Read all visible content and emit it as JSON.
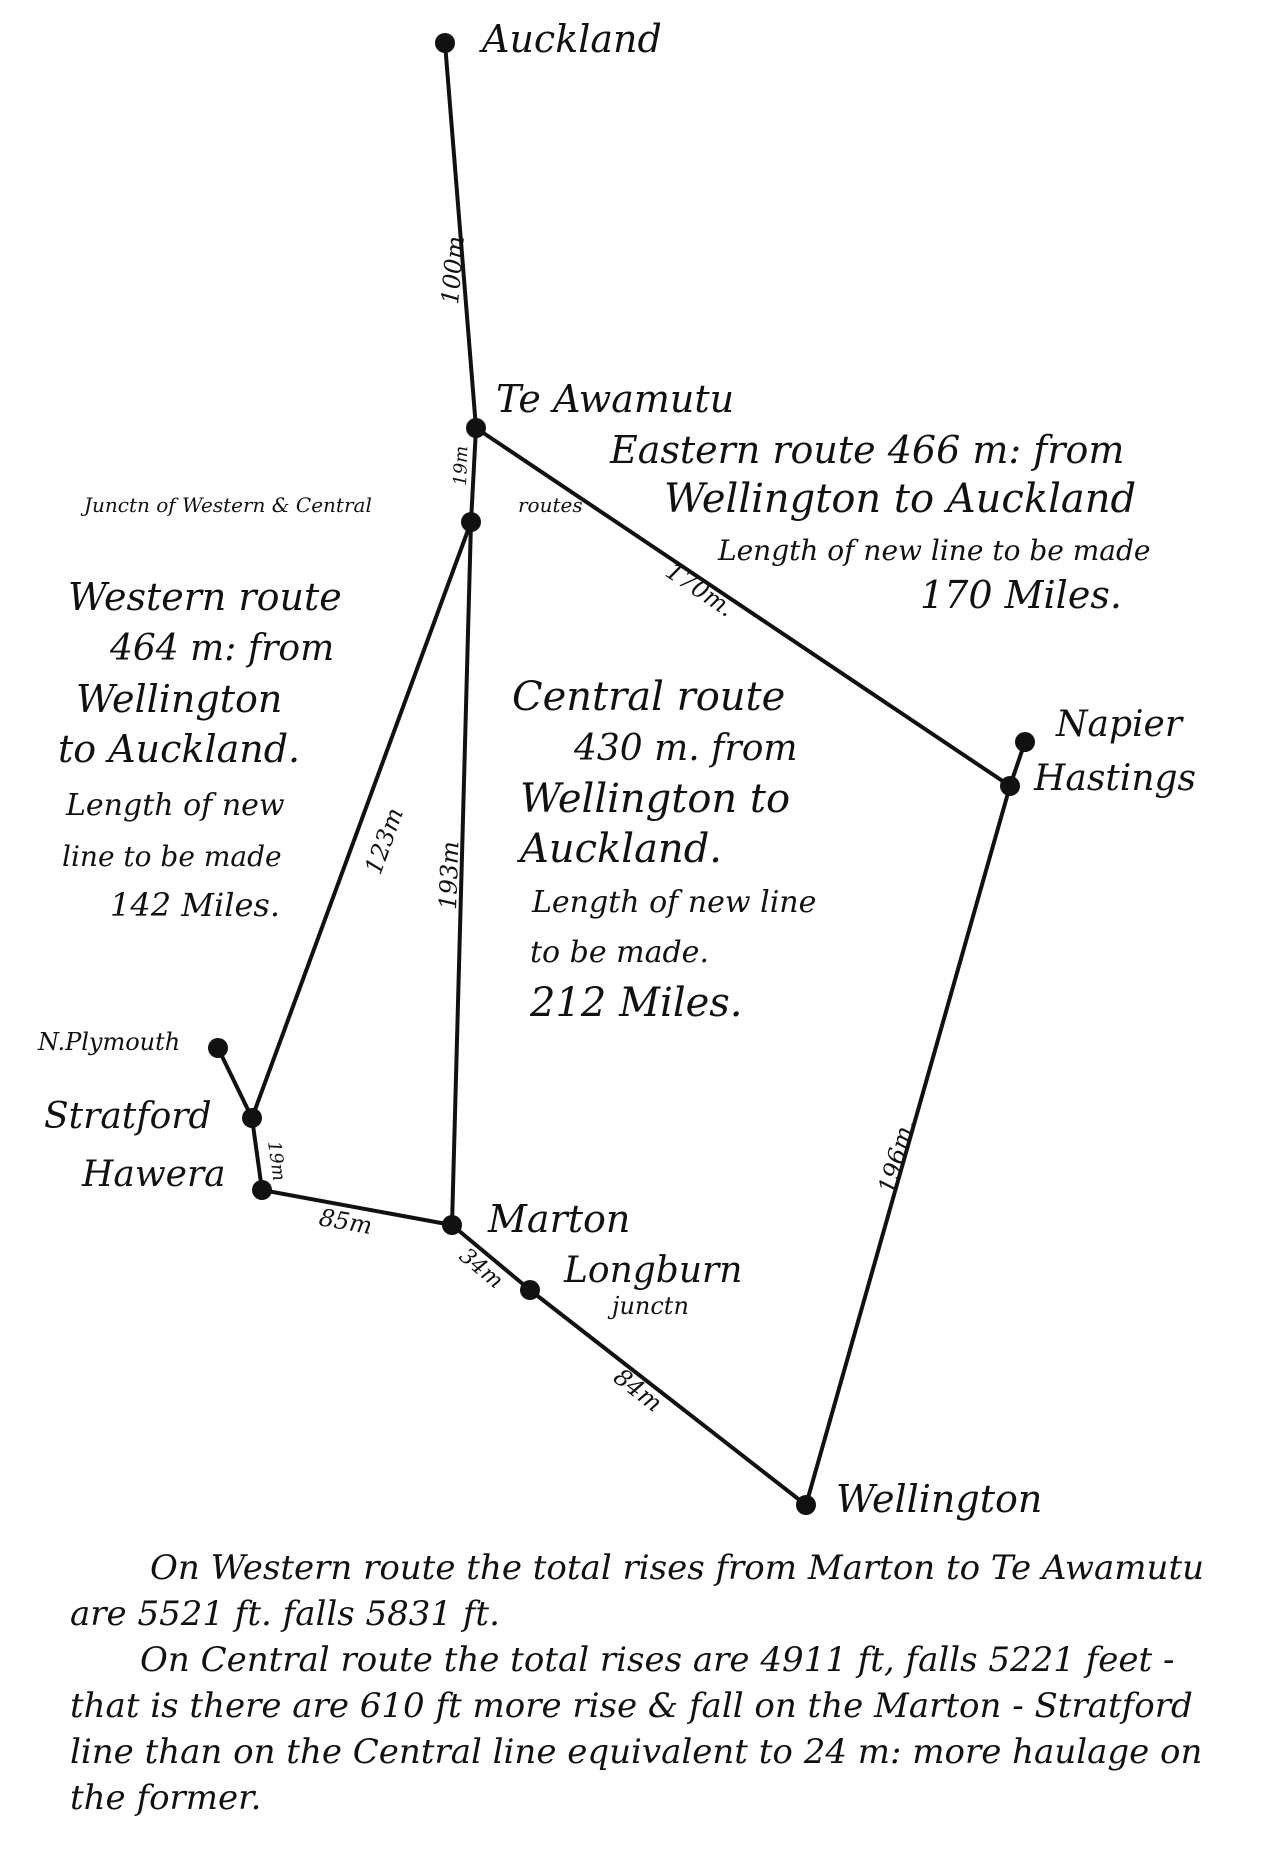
{
  "places": {
    "auckland": "Auckland",
    "te_awamutu": "Te Awamutu",
    "junction": "Junctn of Western & Central",
    "junction_routes": "routes",
    "napier": "Napier",
    "hastings": "Hastings",
    "new_plymouth": "N.Plymouth",
    "stratford": "Stratford",
    "hawera": "Hawera",
    "marton": "Marton",
    "longburn": "Longburn",
    "longburn_junction": "junctn",
    "wellington": "Wellington"
  },
  "distances": {
    "auckland_te_awamutu": "100m",
    "te_awamutu_junction": "19m",
    "te_awamutu_hastings": "170m.",
    "junction_stratford": "123m",
    "junction_marton": "193m",
    "stratford_hawera": "19m",
    "hawera_marton": "85m",
    "marton_longburn": "34m",
    "longburn_wellington": "84m",
    "hastings_wellington": "196m."
  },
  "routes": {
    "eastern": {
      "line1": "Eastern route 466 m: from",
      "line2": "Wellington to Auckland",
      "line3": "Length of new line to be made",
      "line4": "170 Miles."
    },
    "western": {
      "line1": "Western route",
      "line2": "464 m: from",
      "line3": "Wellington",
      "line4": "to Auckland.",
      "line5": "Length of new",
      "line6": "line to be made",
      "line7": "142 Miles."
    },
    "central": {
      "line1": "Central route",
      "line2": "430 m. from",
      "line3": "Wellington to",
      "line4": "Auckland.",
      "line5": "Length of new line",
      "line6": "to be made.",
      "line7": "212 Miles."
    }
  },
  "notes": {
    "western": "On Western route the total rises from Marton to Te Awamutu are 5521 ft. falls 5831 ft.",
    "central": "On Central route the total rises are 4911 ft, falls 5221 feet - that is there are 610 ft more rise & fall on the Marton - Stratford line than on the Central line equivalent to 24 m: more haulage on the former."
  }
}
